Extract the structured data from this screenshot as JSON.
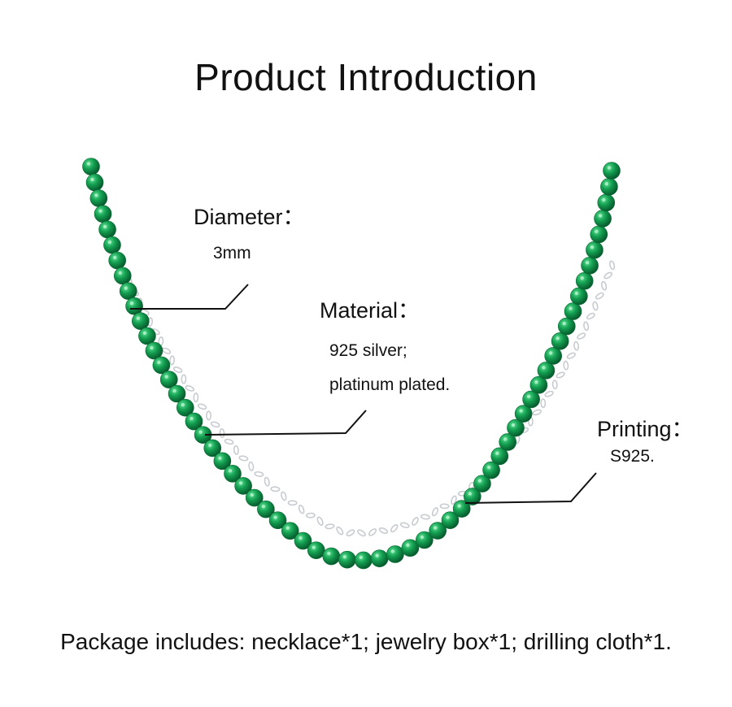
{
  "title": "Product Introduction",
  "callouts": {
    "diameter": {
      "heading": "Diameter：",
      "value": "3mm"
    },
    "material": {
      "heading": "Material：",
      "lines": [
        "925 silver;",
        "platinum plated."
      ]
    },
    "printing": {
      "heading": "Printing：",
      "value": "S925."
    }
  },
  "package_note": "Package includes: necklace*1; jewelry box*1; drilling cloth*1.",
  "colors": {
    "bead": "#0f8a45",
    "bead_highlight": "#39c46f",
    "chain": "#c8ccd0",
    "text": "#111111",
    "leader": "#111111"
  }
}
